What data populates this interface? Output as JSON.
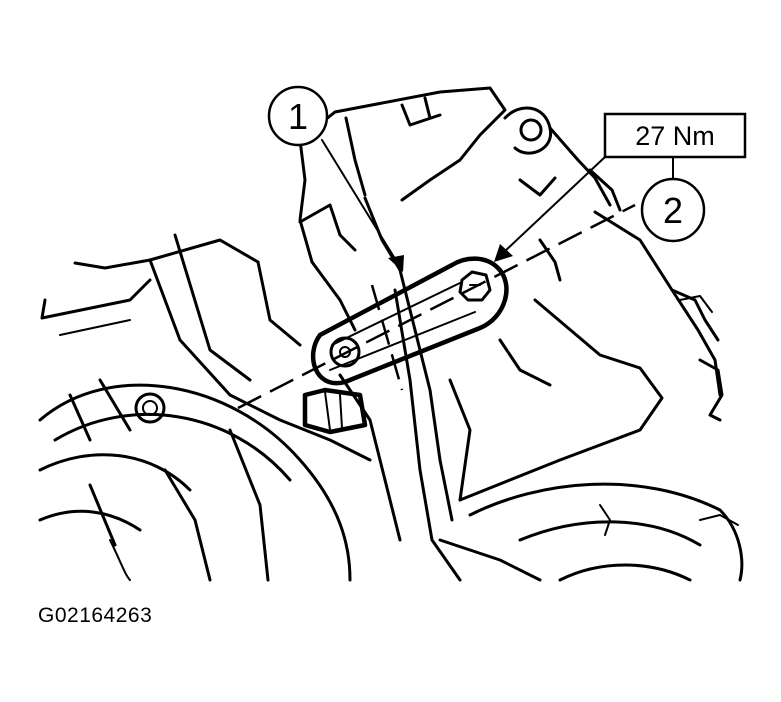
{
  "callouts": [
    {
      "number": "1"
    },
    {
      "number": "2"
    }
  ],
  "torque_spec": "27 Nm",
  "figure_id": "G02164263"
}
